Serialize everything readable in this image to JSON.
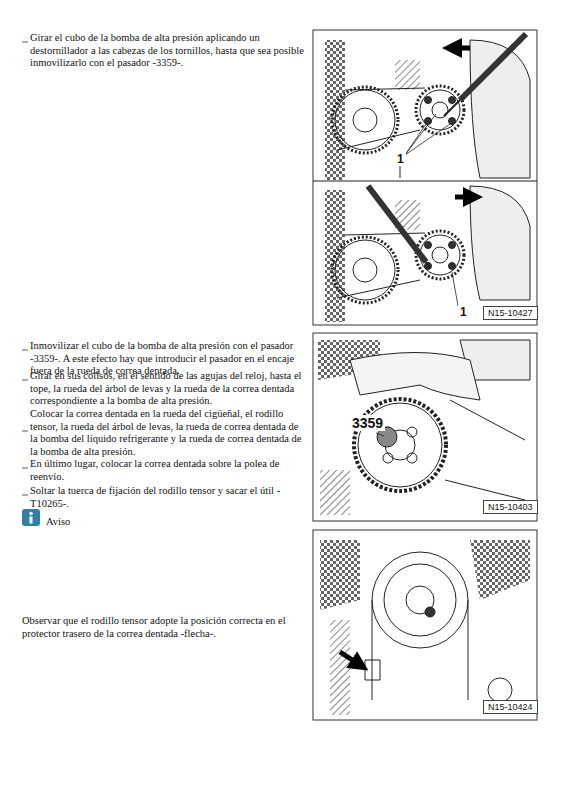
{
  "diagram": {
    "labels": [
      "Girar el cubo de la bomba de alta presión aplicando un destornillador a las cabezas de los tornillos, hasta que sea posible inmovilizarlo con el pasador -3359-.",
      "Inmovilizar el cubo de la bomba de alta presión con el pasador -3359-. A este efecto hay que introducir el pasador en el encaje fuera de la rueda de correa dentada.",
      "Girar en sus colisos, en el sentido de las agujas del reloj, hasta el tope, la rueda del árbol de levas y la rueda de la correa dentada correspondiente a la bomba de alta presión.",
      "Colocar la correa dentada en la rueda del cigüeñal, el rodillo tensor, la rueda del árbol de levas, la rueda de correa dentada de la bomba del líquido refrigerante y la rueda de correa dentada de la bomba de alta presión.",
      "En último lugar, colocar la correa dentada sobre la polea de reenvío.",
      "Soltar la tuerca de fijación del rodillo tensor y sacar el útil -T10265-.",
      "Aviso",
      "Observar que el rodillo tensor adopte la posición correcta en el protector trasero de la correa dentada -flecha-.",
      "1",
      "1",
      "N15-10427",
      "3359",
      "N15-10403",
      "N15-10424"
    ]
  }
}
